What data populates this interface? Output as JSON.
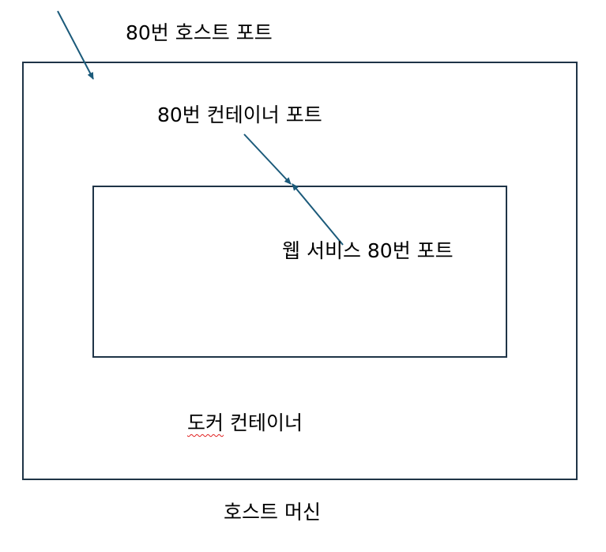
{
  "colors": {
    "box_border": "#1f3447",
    "arrow": "#1b5a7a",
    "spell_underline": "#e02020"
  },
  "labels": {
    "host_port": "80번 호스트 포트",
    "container_port": "80번 컨테이너 포트",
    "web_service_port": "웹 서비스 80번 포트",
    "docker_container_word1": "도커",
    "docker_container_word2": " 컨테이너",
    "host_machine": "호스트 머신"
  }
}
